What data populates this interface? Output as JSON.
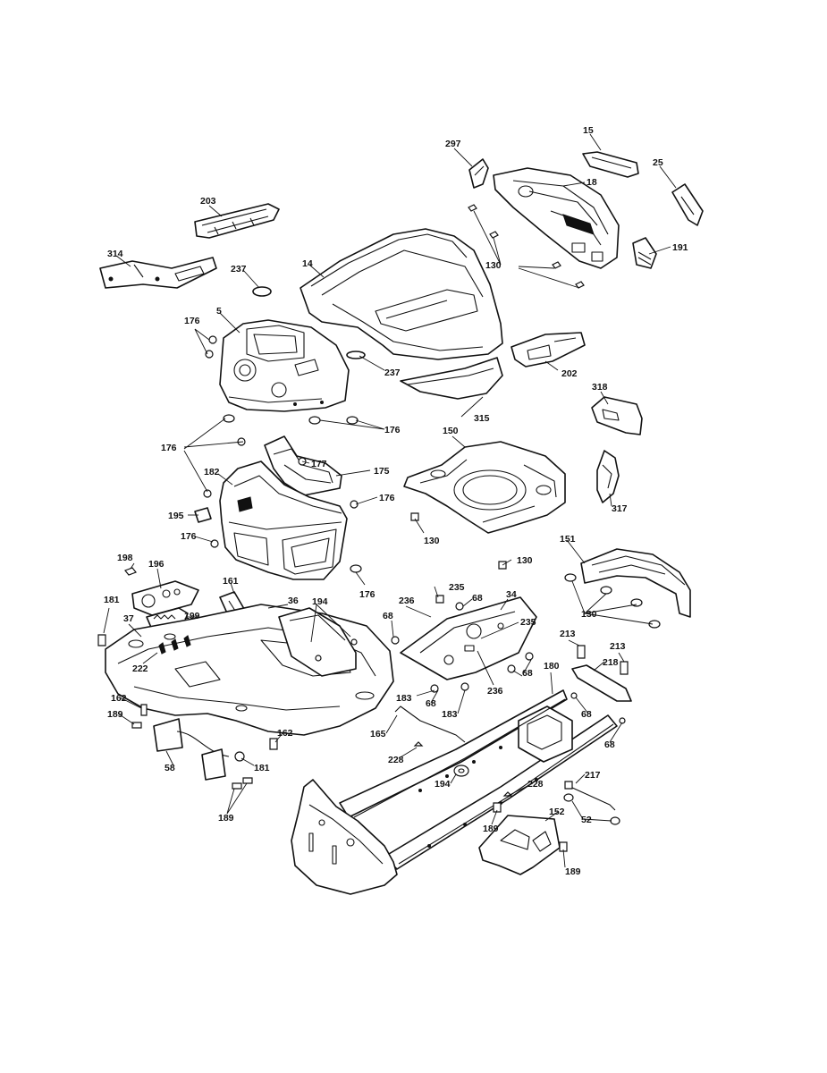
{
  "diagram": {
    "callouts": [
      "297",
      "15",
      "25",
      "18",
      "203",
      "14",
      "191",
      "130",
      "314",
      "237",
      "5",
      "176",
      "237",
      "202",
      "176",
      "318",
      "315",
      "176",
      "150",
      "177",
      "182",
      "175",
      "176",
      "195",
      "130",
      "317",
      "176",
      "130",
      "151",
      "198",
      "196",
      "161",
      "36",
      "194",
      "176",
      "235",
      "34",
      "181",
      "37",
      "199",
      "236",
      "68",
      "68",
      "235",
      "130",
      "222",
      "213",
      "213",
      "218",
      "68",
      "180",
      "236",
      "183",
      "162",
      "68",
      "183",
      "189",
      "162",
      "165",
      "228",
      "68",
      "58",
      "181",
      "68",
      "217",
      "194",
      "228",
      "189",
      "152",
      "52",
      "189",
      "189"
    ]
  }
}
